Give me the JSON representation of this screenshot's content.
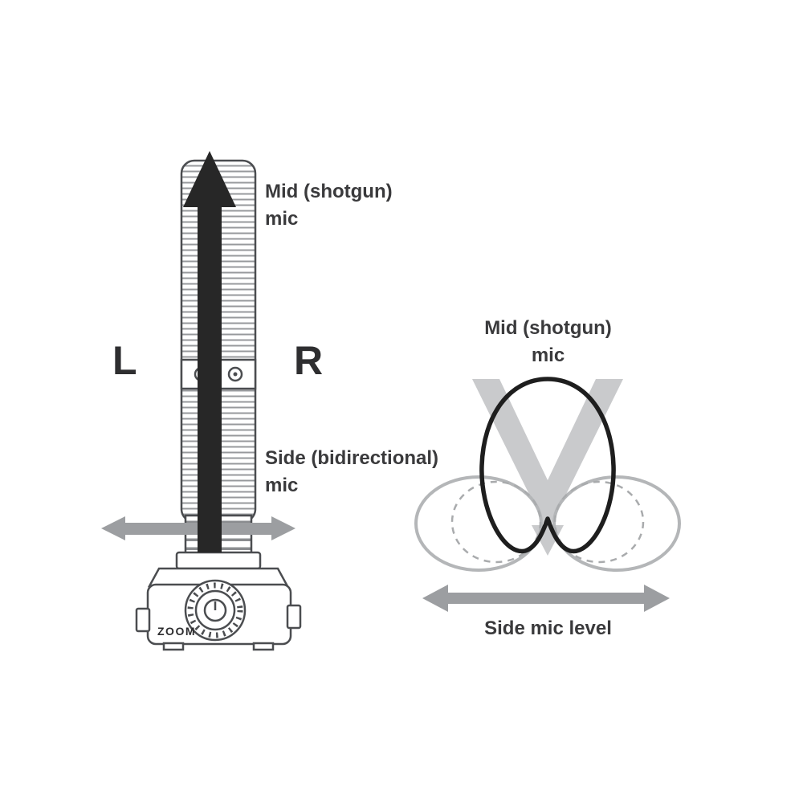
{
  "left_diagram": {
    "mid_mic_label": {
      "line1": "Mid (shotgun)",
      "line2": "mic"
    },
    "channel_left": "L",
    "channel_right": "R",
    "side_mic_label": {
      "line1": "Side (bidirectional)",
      "line2": "mic"
    },
    "brand": "ZOOM"
  },
  "right_diagram": {
    "mid_mic_label": {
      "line1": "Mid (shotgun)",
      "line2": "mic"
    },
    "side_level_label": "Side mic level"
  },
  "colors": {
    "background": "#ffffff",
    "mid_arrow_black": "#272727",
    "side_arrow_gray": "#9c9ea1",
    "polar_outline_black": "#1e1e1e",
    "lobe_outline_gray": "#b4b6b8",
    "dashed_gray": "#a9abad",
    "v_shape_gray": "#c9cacc",
    "line_art_gray": "#4b4d50",
    "text": "#3a3a3c"
  }
}
